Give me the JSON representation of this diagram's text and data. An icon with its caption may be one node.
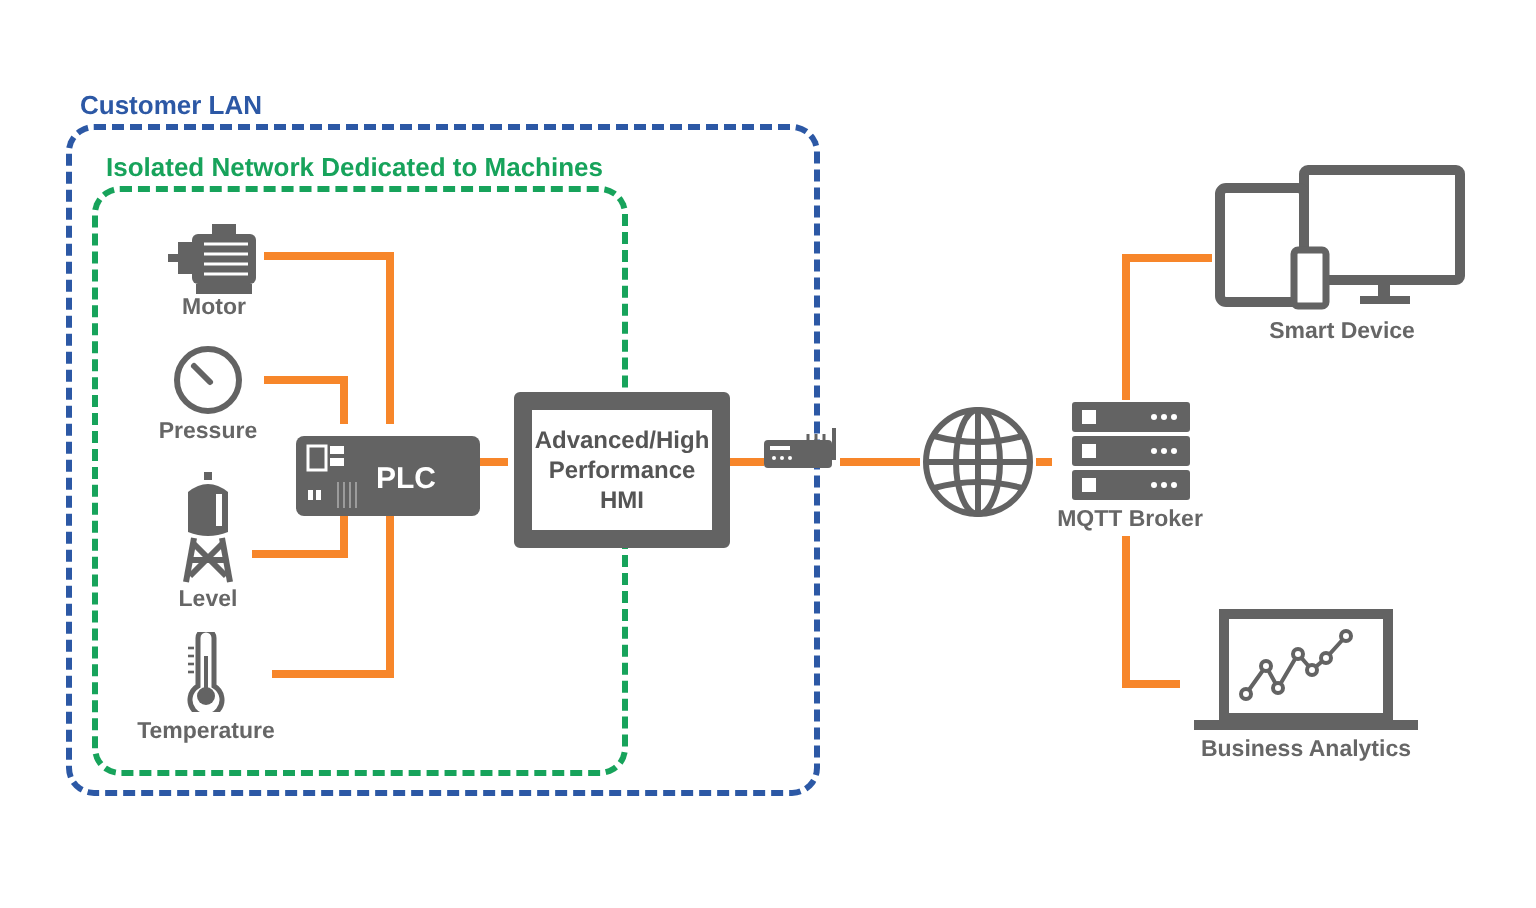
{
  "diagram": {
    "nodes": [
      {
        "text": [
          "Customer LAN"
        ]
      },
      {
        "text": [
          "Isolated Network Dedicated to Machines"
        ],
        "in": 0
      },
      {
        "text": [
          "Motor"
        ],
        "in": 1
      },
      {
        "text": [
          "Pressure"
        ],
        "in": 1
      },
      {
        "text": [
          "Level"
        ],
        "in": 1
      },
      {
        "text": [
          "Temperature"
        ],
        "in": 1
      },
      {
        "text": [
          "PLC"
        ],
        "in": 1
      },
      {
        "text": [
          "Advanced/High Performance HMI"
        ],
        "in": 0
      },
      {
        "text": [],
        "shape": "picture"
      },
      {
        "text": [],
        "shape": "picture"
      },
      {
        "text": [
          "MQTT Broker"
        ]
      },
      {
        "text": [
          "Smart Device"
        ]
      },
      {
        "text": [
          "Business Analytics"
        ]
      }
    ],
    "edges": [
      {
        "from": 2,
        "to": 6,
        "arrow": "none"
      },
      {
        "from": 3,
        "to": 6,
        "arrow": "none"
      },
      {
        "from": 4,
        "to": 6,
        "arrow": "none"
      },
      {
        "from": 5,
        "to": 6,
        "arrow": "none"
      },
      {
        "from": 6,
        "to": 7,
        "arrow": "none"
      },
      {
        "from": 7,
        "to": 8,
        "arrow": "none"
      },
      {
        "from": 8,
        "to": 9,
        "arrow": "none"
      },
      {
        "from": 9,
        "to": 10,
        "arrow": "none"
      },
      {
        "from": 10,
        "to": 11,
        "arrow": "none"
      },
      {
        "from": 10,
        "to": 12,
        "arrow": "none"
      }
    ]
  }
}
